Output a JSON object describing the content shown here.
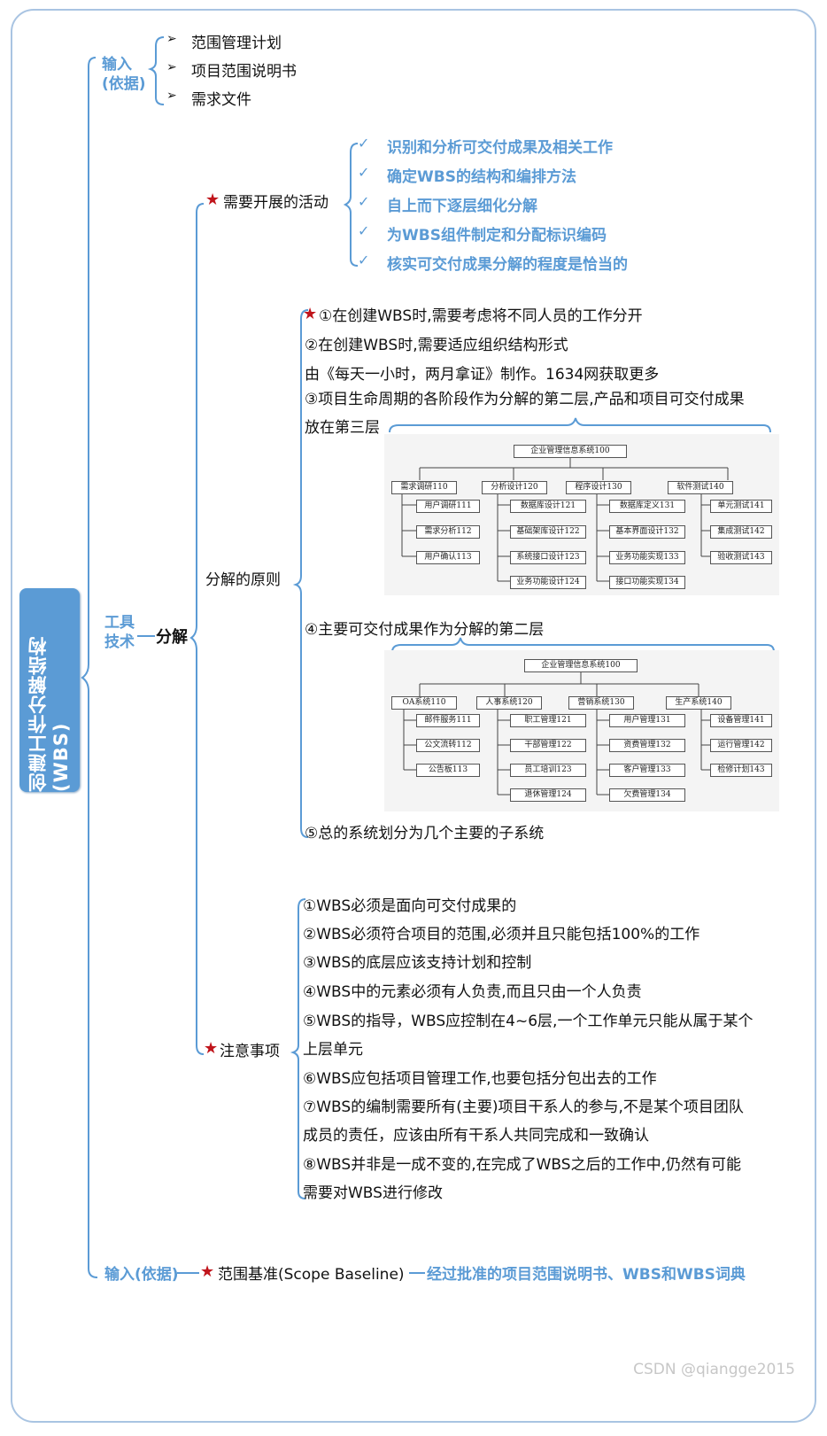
{
  "root": {
    "title": "创建工作分解结构(WBS)"
  },
  "inputs": {
    "label": "输入(依据)",
    "items": [
      "范围管理计划",
      "项目范围说明书",
      "需求文件"
    ]
  },
  "tools": {
    "label": "工具技术",
    "branch": "分解",
    "activities": {
      "label": "需要开展的活动",
      "items": [
        "识别和分析可交付成果及相关工作",
        "确定WBS的结构和编排方法",
        "自上而下逐层细化分解",
        "为WBS组件制定和分配标识编码",
        "核实可交付成果分解的程度是恰当的"
      ]
    },
    "principles": {
      "label": "分解的原则",
      "p1": "①在创建WBS时,需要考虑将不同人员的工作分开",
      "p2": "②在创建WBS时,需要适应组织结构形式",
      "promo": "由《每天一小时，两月拿证》制作。1634网获取更多",
      "p3a": "③项目生命周期的各阶段作为分解的第二层,产品和项目可交付成果",
      "p3b": "放在第三层",
      "p4": "④主要可交付成果作为分解的第二层",
      "p5": "⑤总的系统划分为几个主要的子系统"
    },
    "notes": {
      "label": "注意事项",
      "items": [
        "①WBS必须是面向可交付成果的",
        "②WBS必须符合项目的范围,必须并且只能包括100%的工作",
        "③WBS的底层应该支持计划和控制",
        "④WBS中的元素必须有人负责,而且只由一个人负责",
        "⑤WBS的指导，WBS应控制在4~6层,一个工作单元只能从属于某个",
        "上层单元",
        "⑥WBS应包括项目管理工作,也要包括分包出去的工作",
        "⑦WBS的编制需要所有(主要)项目干系人的参与,不是某个项目团队",
        "成员的责任，应该由所有干系人共同完成和一致确认",
        "⑧WBS并非是一成不变的,在完成了WBS之后的工作中,仍然有可能",
        "需要对WBS进行修改"
      ]
    }
  },
  "outputs": {
    "label": "输入(依据)",
    "item": "范围基准(Scope Baseline)",
    "desc": "经过批准的项目范围说明书、WBS和WBS词典"
  },
  "org1": {
    "root": "企业管理信息系统100",
    "columns": [
      {
        "head": "需求调研110",
        "children": [
          "用户调研111",
          "需求分析112",
          "用户确认113"
        ]
      },
      {
        "head": "分析设计120",
        "children": [
          "数据库设计121",
          "基础架库设计122",
          "系统接口设计123",
          "业务功能设计124"
        ]
      },
      {
        "head": "程序设计130",
        "children": [
          "数据库定义131",
          "基本界面设计132",
          "业务功能实现133",
          "接口功能实现134"
        ]
      },
      {
        "head": "软件测试140",
        "children": [
          "单元测试141",
          "集成测试142",
          "验收测试143"
        ]
      }
    ]
  },
  "org2": {
    "root": "企业管理信息系统100",
    "columns": [
      {
        "head": "OA系统110",
        "children": [
          "邮件服务111",
          "公文流转112",
          "公告板113"
        ]
      },
      {
        "head": "人事系统120",
        "children": [
          "职工管理121",
          "干部管理122",
          "员工培训123",
          "退休管理124"
        ]
      },
      {
        "head": "营销系统130",
        "children": [
          "用户管理131",
          "资费管理132",
          "客户管理133",
          "欠费管理134"
        ]
      },
      {
        "head": "生产系统140",
        "children": [
          "设备管理141",
          "运行管理142",
          "检修计划143"
        ]
      }
    ]
  },
  "watermark": "CSDN @qiangge2015"
}
